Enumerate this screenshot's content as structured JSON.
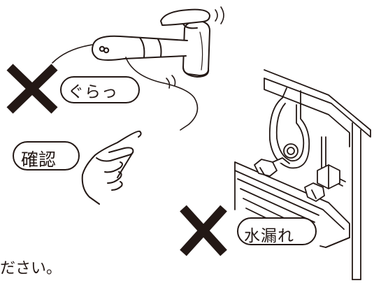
{
  "labels": {
    "wobble": "ぐらっ",
    "check": "確認",
    "leak": "水漏れ",
    "caption": "ださい。"
  },
  "colors": {
    "line": "#231815",
    "fill": "#ffffff",
    "mark": "#231815"
  },
  "icons": [
    "x-mark-icon",
    "pointing-hand-icon",
    "faucet-icon",
    "vibration-lines-icon",
    "valve-icon"
  ]
}
